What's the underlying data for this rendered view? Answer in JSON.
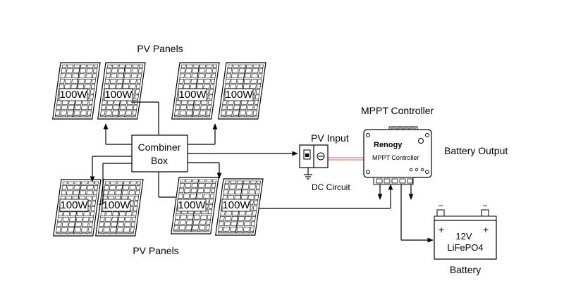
{
  "labels": {
    "pv_panels_top": "PV Panels",
    "pv_panels_bottom": "PV Panels",
    "combiner_line1": "Combiner",
    "combiner_line2": "Box",
    "pv_input": "PV Input",
    "dc_circuit": "DC Circuit",
    "mppt_title": "MPPT Controller",
    "brand": "Renogy",
    "controller_text": "MPPT Controller",
    "battery_output": "Battery Output",
    "battery_voltage": "12V",
    "battery_chemistry": "LiFePO4",
    "battery_title": "Battery",
    "plus": "+",
    "minus": "−"
  },
  "panels": [
    {
      "watt": "100W"
    },
    {
      "watt": "100W"
    },
    {
      "watt": "100W"
    },
    {
      "watt": "100W"
    },
    {
      "watt": "100W"
    },
    {
      "watt": "100W"
    },
    {
      "watt": "100W"
    },
    {
      "watt": "100W"
    }
  ]
}
